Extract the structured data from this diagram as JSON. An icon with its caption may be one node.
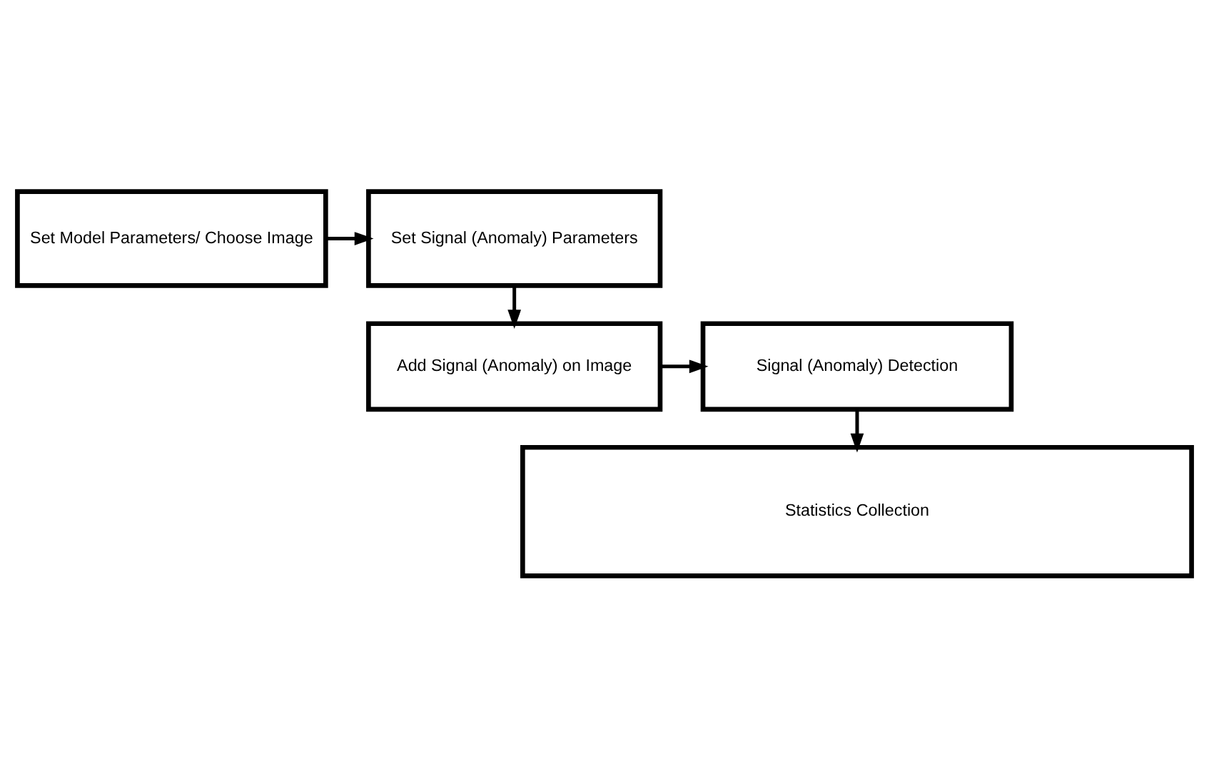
{
  "diagram": {
    "nodes": [
      {
        "text": [
          "Set Model Parameters/ Choose Image"
        ]
      },
      {
        "text": [
          "Set Signal (Anomaly) Parameters"
        ]
      },
      {
        "text": [
          "Signal (Anomaly) Detection"
        ]
      },
      {
        "text": [
          "Add Signal (Anomaly) on Image"
        ]
      },
      {
        "text": [
          "Statistics Collection"
        ]
      }
    ],
    "edges": [
      {
        "from": 0,
        "to": 1,
        "arrow": "to"
      },
      {
        "from": 1,
        "to": 3,
        "arrow": "to"
      },
      {
        "from": 3,
        "to": 2,
        "arrow": "to"
      },
      {
        "from": 2,
        "to": 4,
        "arrow": "to"
      }
    ]
  }
}
